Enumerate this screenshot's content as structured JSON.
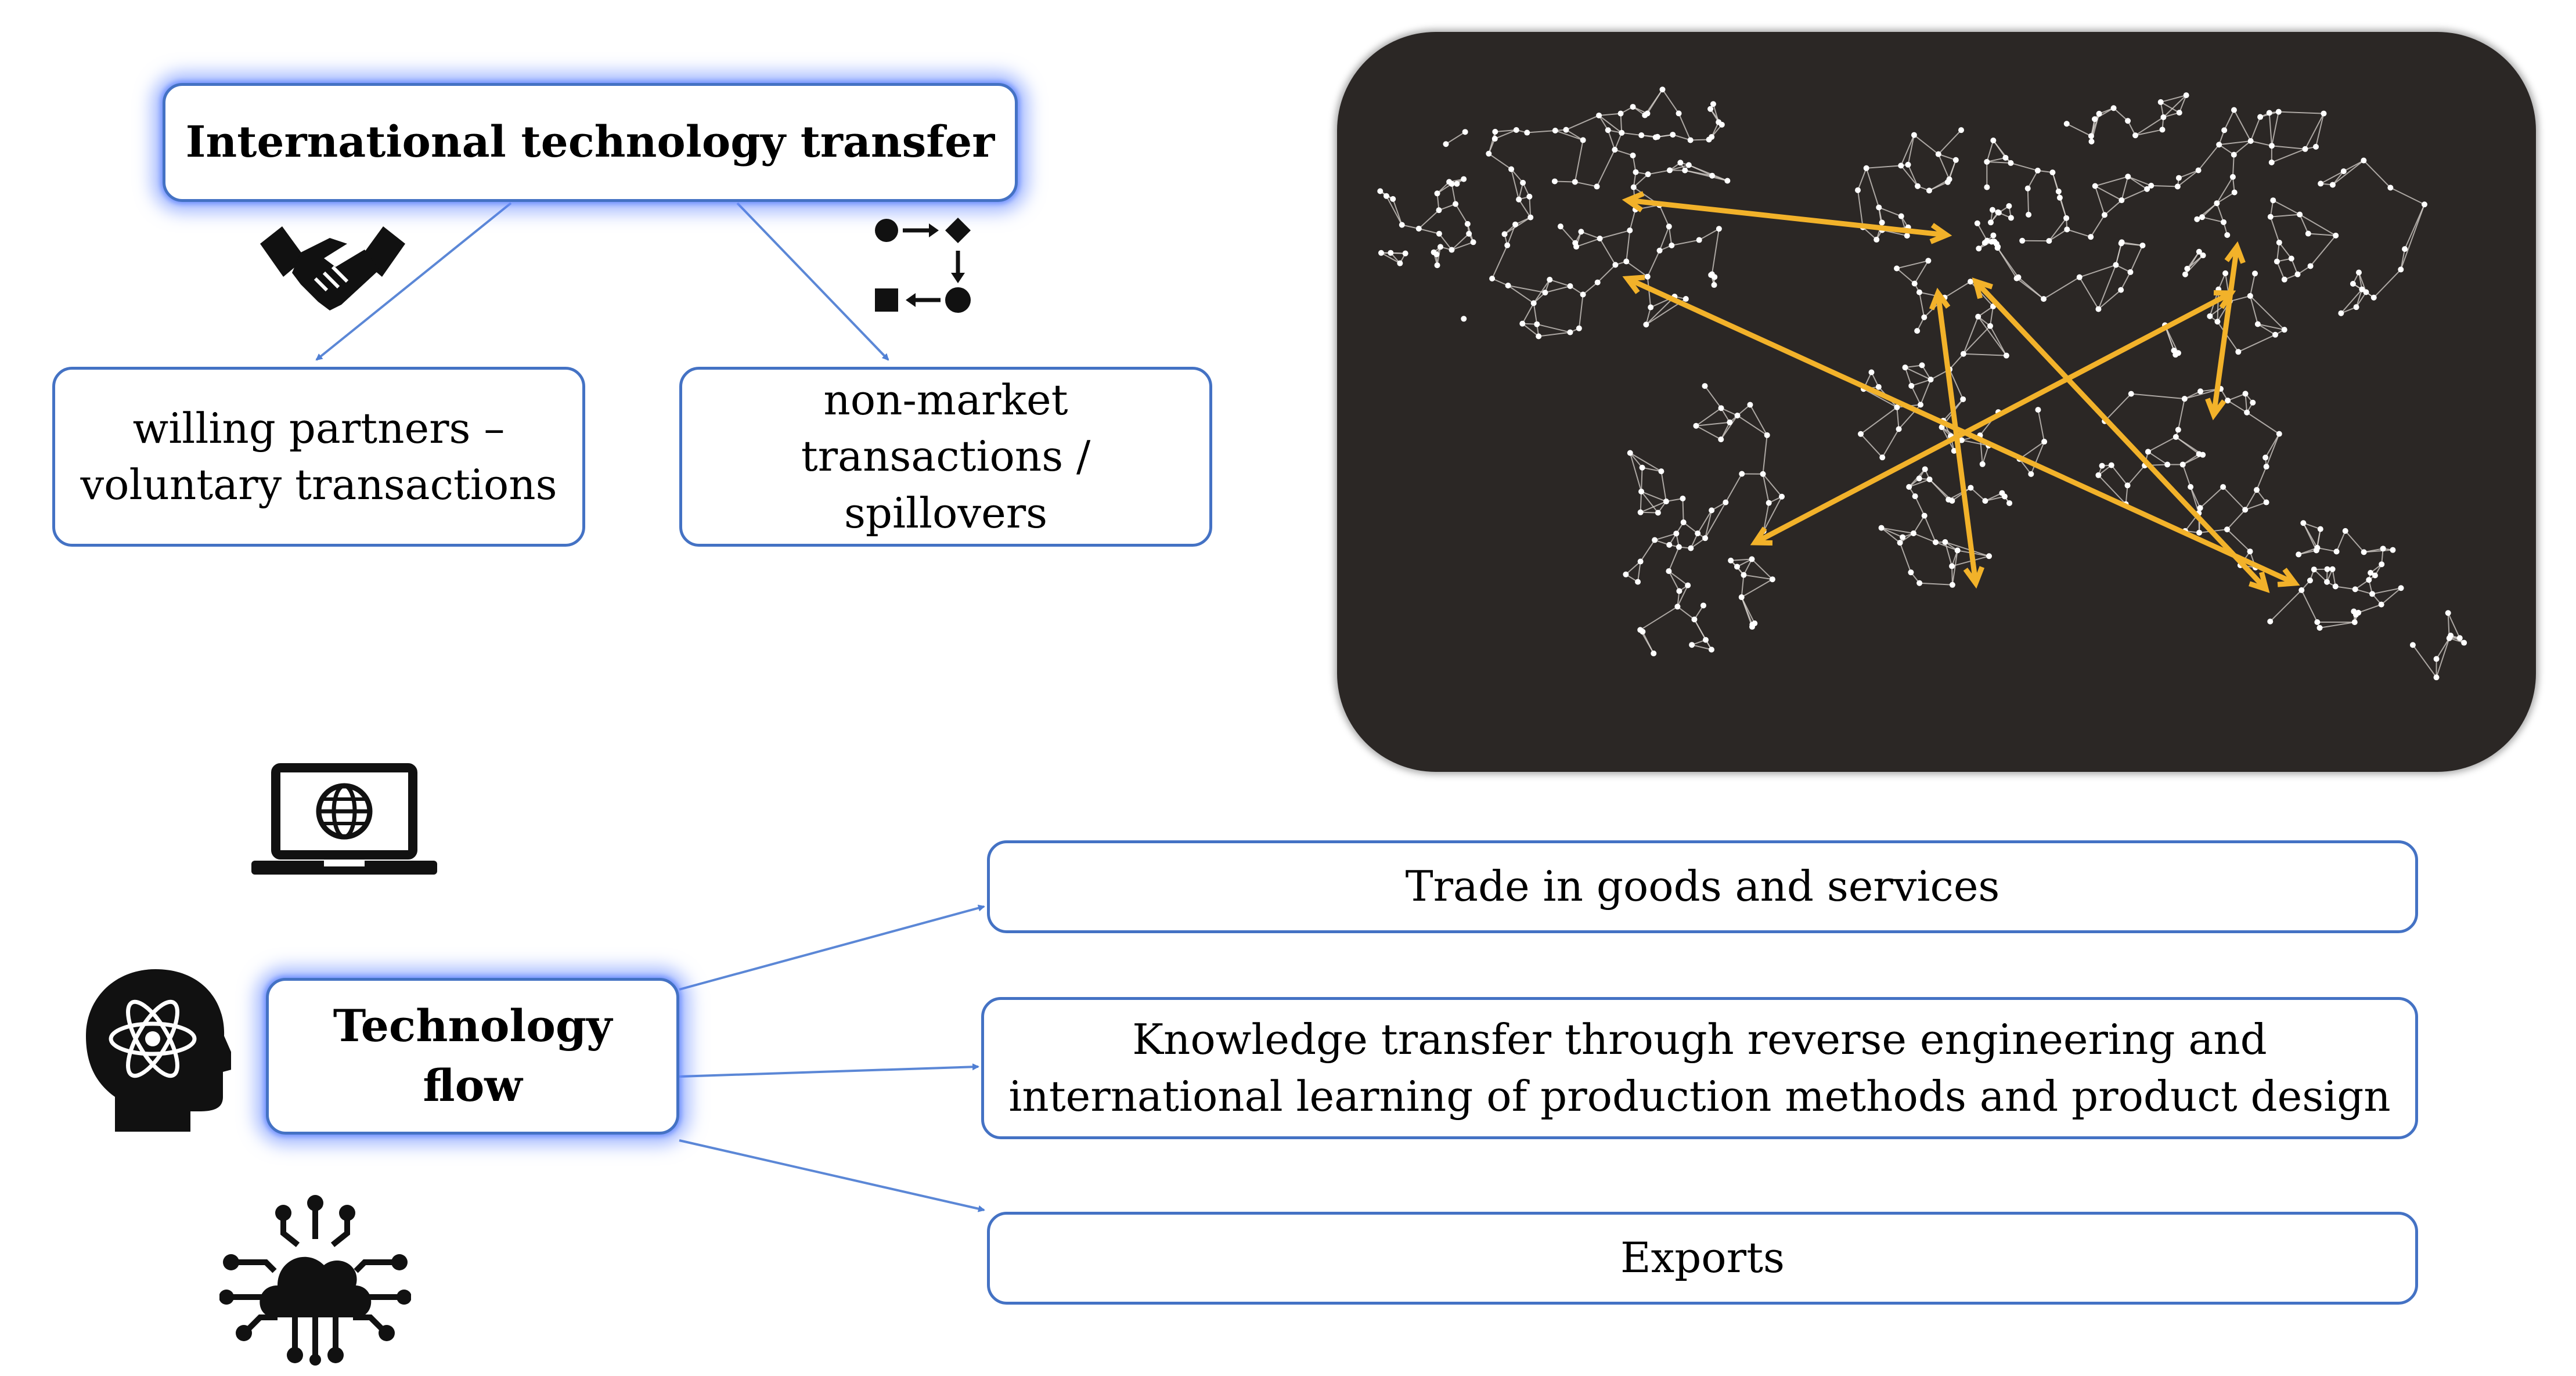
{
  "top": {
    "title": "International technology transfer",
    "left_box": "willing partners – voluntary transactions",
    "left_box_lines": [
      "willing partners –",
      "voluntary transactions"
    ],
    "right_box_lines": [
      "non-market",
      "transactions /",
      "spillovers"
    ]
  },
  "bottom": {
    "center_lines": [
      "Technology",
      "flow"
    ],
    "outcomes": [
      {
        "lines": [
          "Trade in goods and services"
        ]
      },
      {
        "lines": [
          "Knowledge transfer through reverse engineering and",
          "international learning of production methods and product design"
        ]
      },
      {
        "lines": [
          "Exports"
        ]
      }
    ]
  },
  "icons": [
    "handshake-icon",
    "process-flow-icon",
    "laptop-globe-icon",
    "head-atom-icon",
    "cloud-network-icon",
    "world-network-map"
  ],
  "colors": {
    "box_border": "#4472c4",
    "arrow": "#5b87d6",
    "glow": "#5b82ff",
    "map_bg": "#2b2725",
    "map_arrow": "#f2b22a"
  }
}
